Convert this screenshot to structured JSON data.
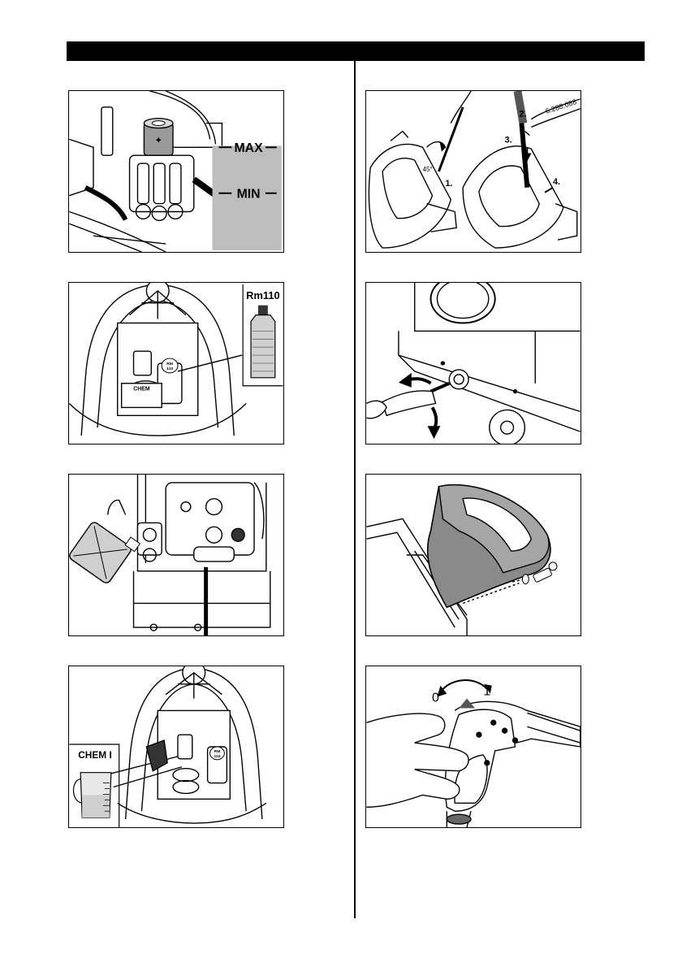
{
  "figures": {
    "oil_level": {
      "max_label": "MAX",
      "min_label": "MIN"
    },
    "nozzle_assembly": {
      "part_number": "6.288.088",
      "step1": "1.",
      "step2": "2.",
      "step3": "3.",
      "step4": "4.",
      "angle": "45°"
    },
    "rm110_refill": {
      "bottle_label": "Rm110",
      "cap_label_line1": "RM",
      "cap_label_line2": "110",
      "tank_label": "CHEM"
    },
    "hose_connection": {},
    "fuel_refill": {},
    "handle_mounting": {},
    "chem_refill": {
      "jug_label": "CHEM I",
      "cap_label_line1": "RM",
      "cap_label_line2": "110"
    },
    "trigger_gun": {
      "position_off": "0",
      "position_on": "1"
    }
  }
}
